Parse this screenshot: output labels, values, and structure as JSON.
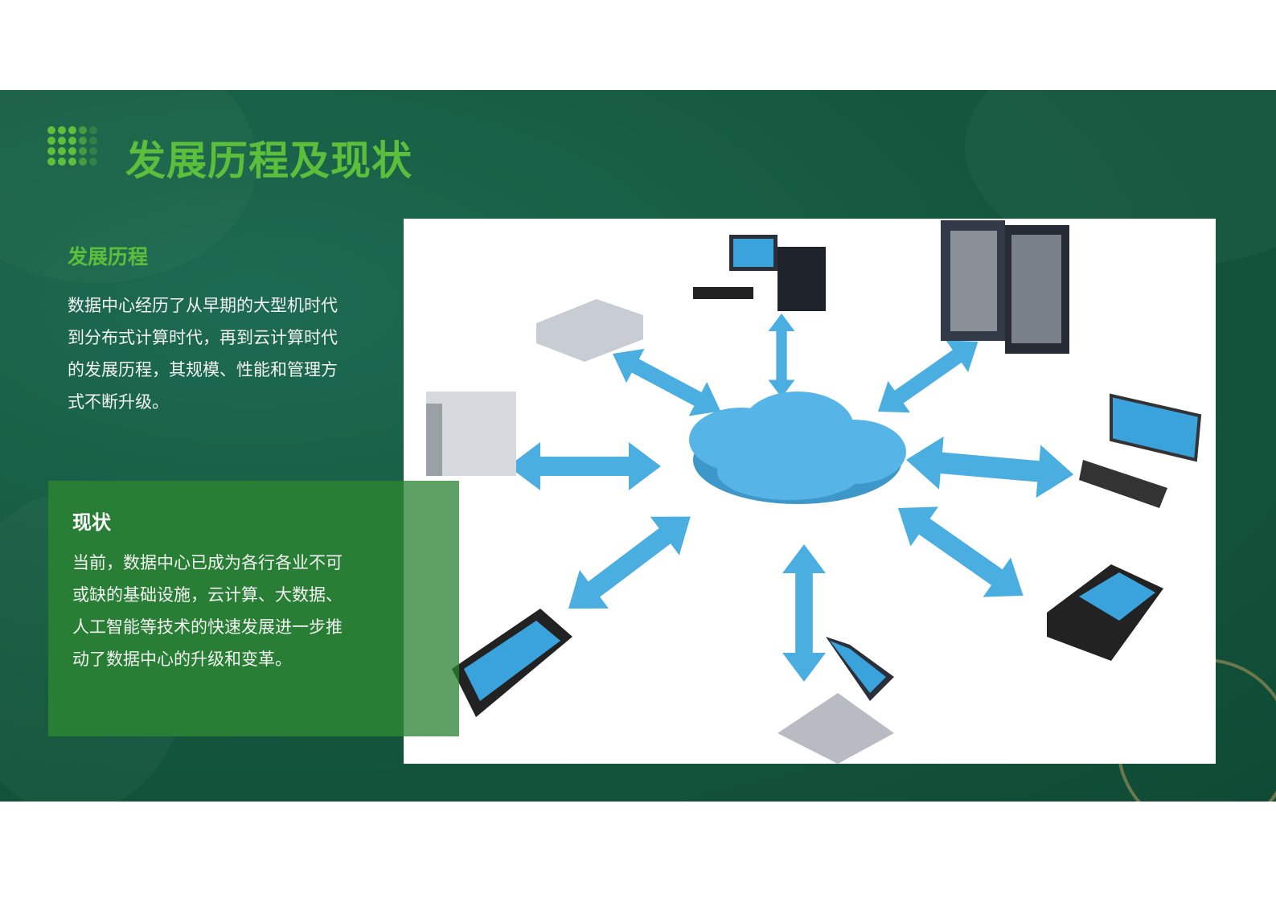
{
  "slide": {
    "title": "发展历程及现状",
    "history": {
      "heading": "发展历程",
      "lines": [
        "数据中心经历了从早期的大型机时代",
        "到分布式计算时代，再到云计算时代",
        "的发展历程，其规模、性能和管理方",
        "式不断升级。"
      ]
    },
    "status": {
      "heading": "现状",
      "lines": [
        "当前，数据中心已成为各行各业不可",
        "或缺的基础设施，云计算、大数据、",
        "人工智能等技术的快速发展进一步推",
        "动了数据中心的升级和变革。"
      ]
    },
    "colors": {
      "background": "#15583f",
      "accent": "#5cbf3b",
      "panel": "#287e34",
      "arrow": "#4aaee0"
    },
    "image": {
      "icons": [
        "cloud-icon",
        "server-rack-icon",
        "desktop-computer-icon",
        "server-box-icon",
        "tower-server-icon",
        "monitor-keyboard-icon",
        "smartphone-icon",
        "laptop-icon"
      ]
    }
  }
}
